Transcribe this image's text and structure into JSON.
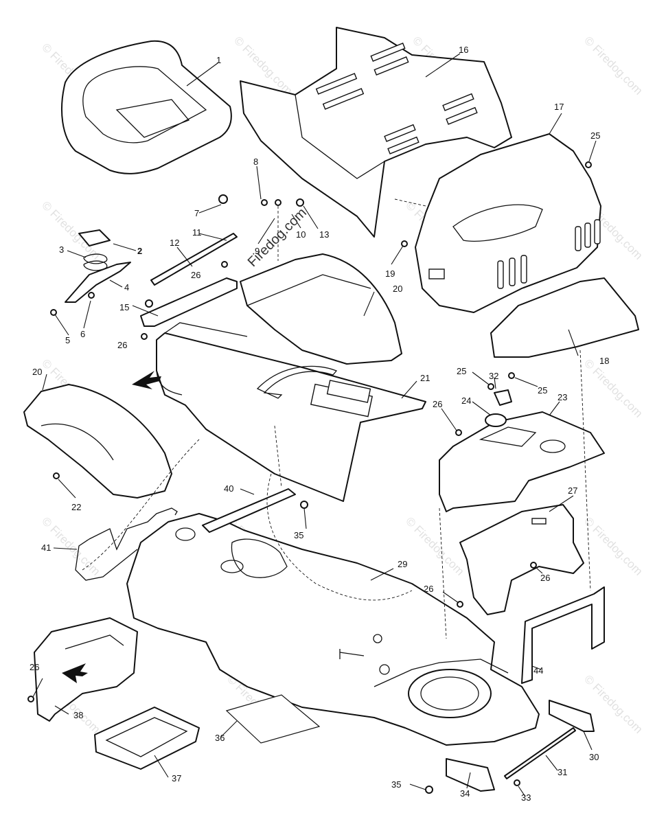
{
  "watermark": {
    "text": "© Firedog.com",
    "center_text": "Firedog.com"
  },
  "callouts": [
    {
      "id": "c1",
      "label": "1"
    },
    {
      "id": "c2",
      "label": "2"
    },
    {
      "id": "c3",
      "label": "3"
    },
    {
      "id": "c4",
      "label": "4"
    },
    {
      "id": "c5",
      "label": "5"
    },
    {
      "id": "c6",
      "label": "6"
    },
    {
      "id": "c7",
      "label": "7"
    },
    {
      "id": "c8",
      "label": "8"
    },
    {
      "id": "c9",
      "label": "9"
    },
    {
      "id": "c10",
      "label": "10"
    },
    {
      "id": "c11",
      "label": "11"
    },
    {
      "id": "c12",
      "label": "12"
    },
    {
      "id": "c13",
      "label": "13"
    },
    {
      "id": "c15",
      "label": "15"
    },
    {
      "id": "c16",
      "label": "16"
    },
    {
      "id": "c17",
      "label": "17"
    },
    {
      "id": "c18",
      "label": "18"
    },
    {
      "id": "c19",
      "label": "19"
    },
    {
      "id": "c20a",
      "label": "20"
    },
    {
      "id": "c20b",
      "label": "20"
    },
    {
      "id": "c21",
      "label": "21"
    },
    {
      "id": "c22",
      "label": "22"
    },
    {
      "id": "c23",
      "label": "23"
    },
    {
      "id": "c24",
      "label": "24"
    },
    {
      "id": "c25a",
      "label": "25"
    },
    {
      "id": "c25b",
      "label": "25"
    },
    {
      "id": "c25c",
      "label": "25"
    },
    {
      "id": "c26a",
      "label": "26"
    },
    {
      "id": "c26b",
      "label": "26"
    },
    {
      "id": "c26c",
      "label": "26"
    },
    {
      "id": "c26d",
      "label": "26"
    },
    {
      "id": "c26e",
      "label": "26"
    },
    {
      "id": "c26f",
      "label": "26"
    },
    {
      "id": "c27",
      "label": "27"
    },
    {
      "id": "c29",
      "label": "29"
    },
    {
      "id": "c30",
      "label": "30"
    },
    {
      "id": "c31",
      "label": "31"
    },
    {
      "id": "c32",
      "label": "32"
    },
    {
      "id": "c33",
      "label": "33"
    },
    {
      "id": "c34",
      "label": "34"
    },
    {
      "id": "c35a",
      "label": "35"
    },
    {
      "id": "c35b",
      "label": "35"
    },
    {
      "id": "c36",
      "label": "36"
    },
    {
      "id": "c37",
      "label": "37"
    },
    {
      "id": "c38",
      "label": "38"
    },
    {
      "id": "c40",
      "label": "40"
    },
    {
      "id": "c41",
      "label": "41"
    },
    {
      "id": "c44",
      "label": "44"
    }
  ]
}
